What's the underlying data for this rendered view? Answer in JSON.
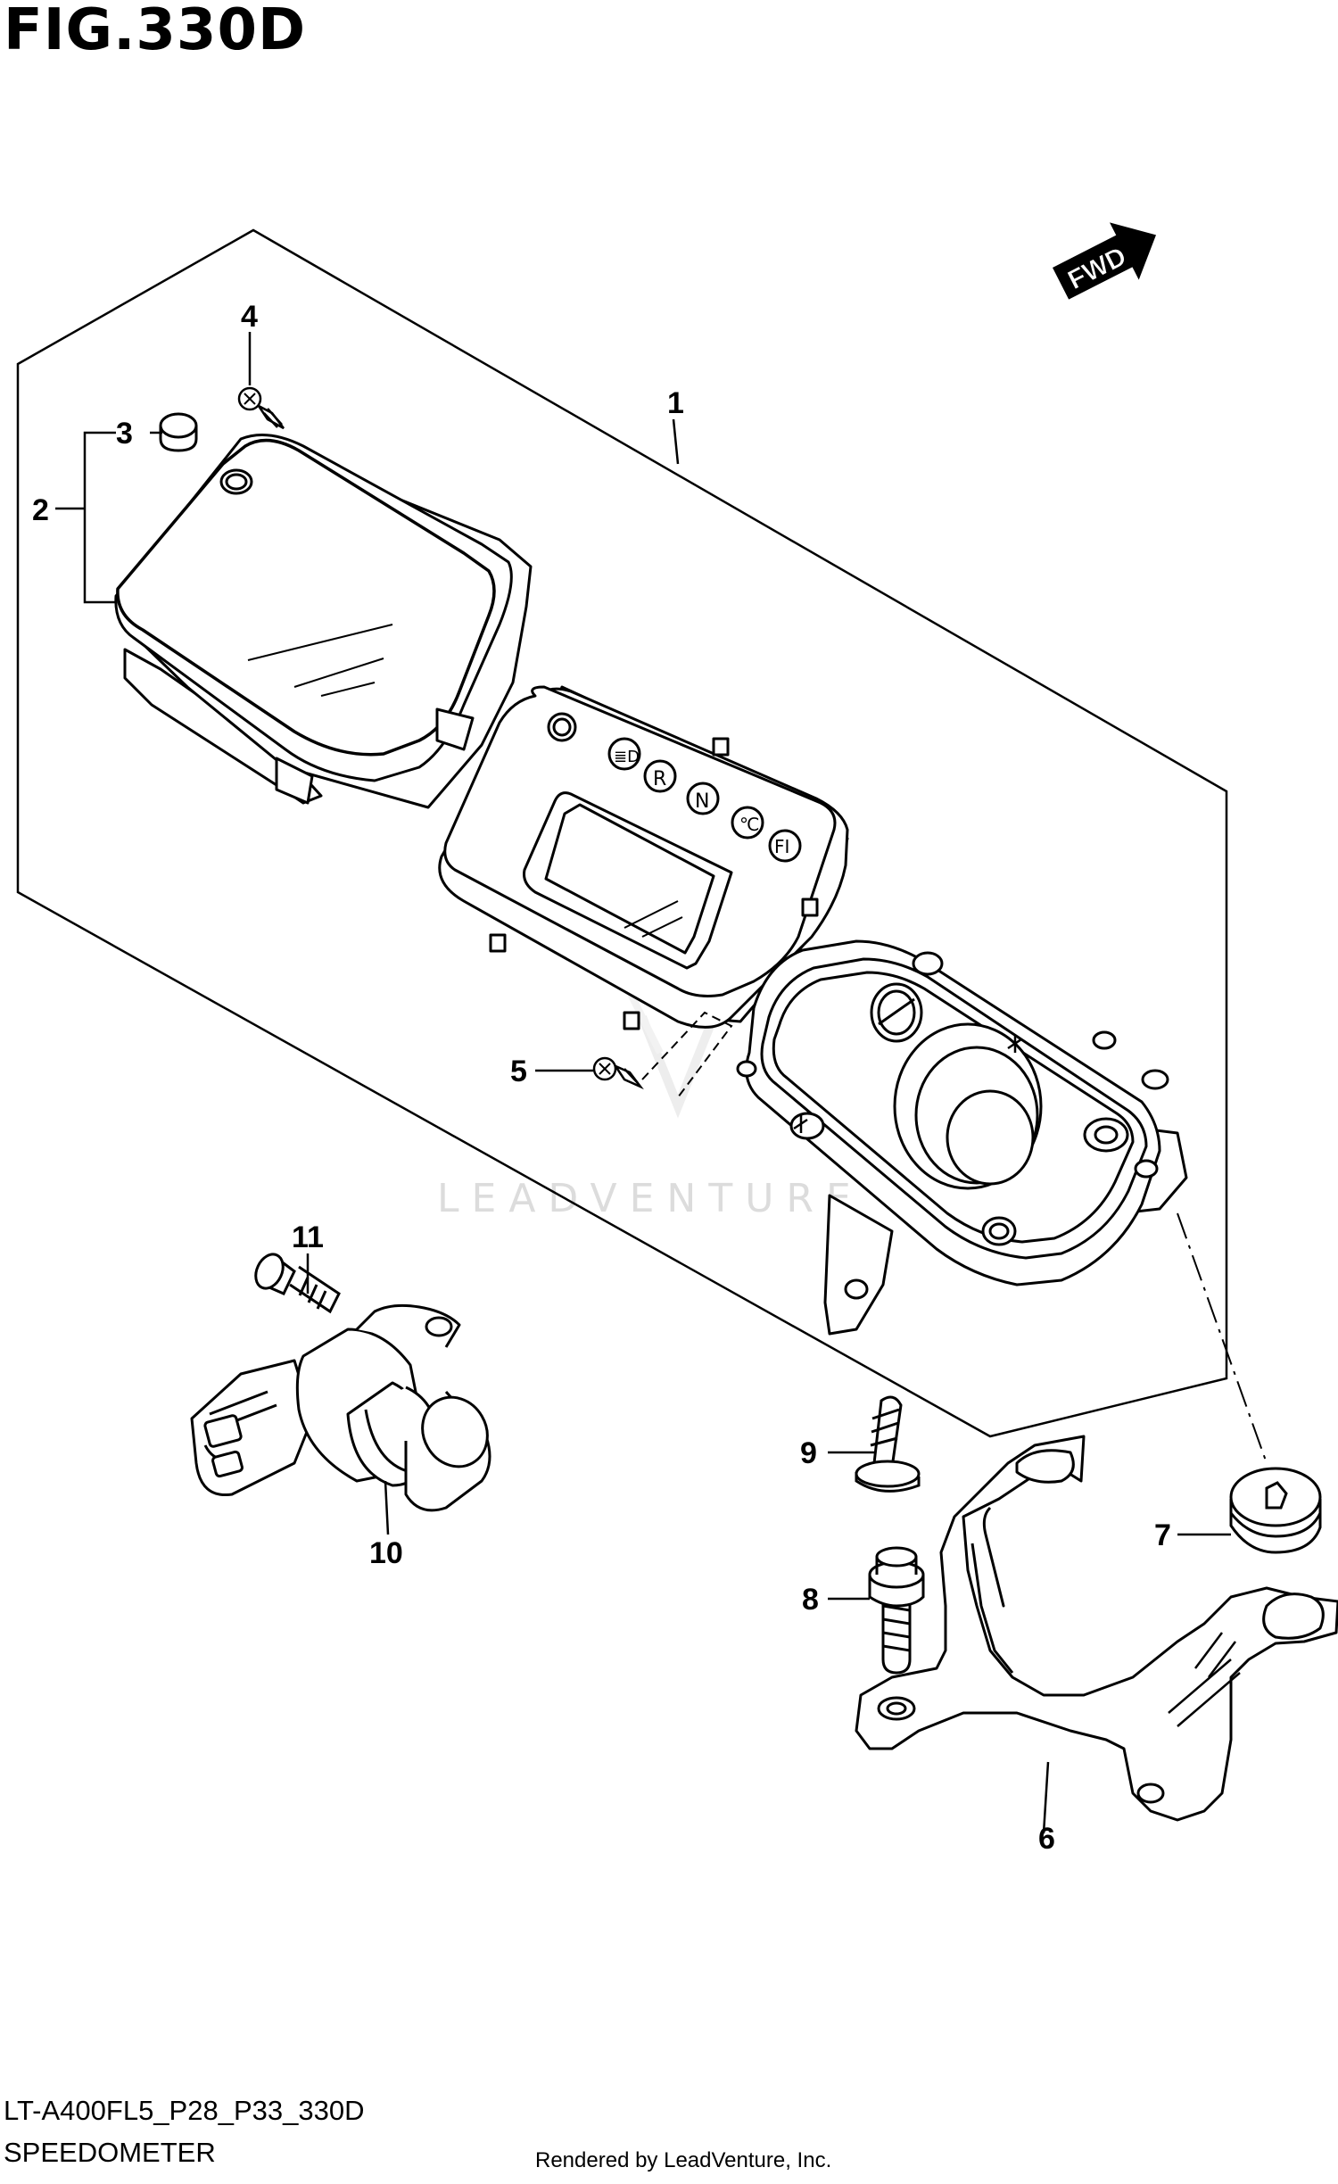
{
  "figure": {
    "title": "FIG.330D",
    "model_code": "LT-A400FL5_P28_P33_330D",
    "section_name": "SPEEDOMETER",
    "credit": "Rendered by LeadVenture, Inc.",
    "watermark": "LEADVENTURE",
    "fwd_label": "FWD"
  },
  "callouts": [
    {
      "id": "1",
      "label": "1"
    },
    {
      "id": "2",
      "label": "2"
    },
    {
      "id": "3",
      "label": "3"
    },
    {
      "id": "4",
      "label": "4"
    },
    {
      "id": "5",
      "label": "5"
    },
    {
      "id": "6",
      "label": "6"
    },
    {
      "id": "7",
      "label": "7"
    },
    {
      "id": "8",
      "label": "8"
    },
    {
      "id": "9",
      "label": "9"
    },
    {
      "id": "10",
      "label": "10"
    },
    {
      "id": "11",
      "label": "11"
    }
  ],
  "indicator_lamps": [
    "≣D",
    "R",
    "N",
    "℃",
    "FI"
  ],
  "colors": {
    "line": "#000000",
    "watermark": "#dcdcdc"
  }
}
